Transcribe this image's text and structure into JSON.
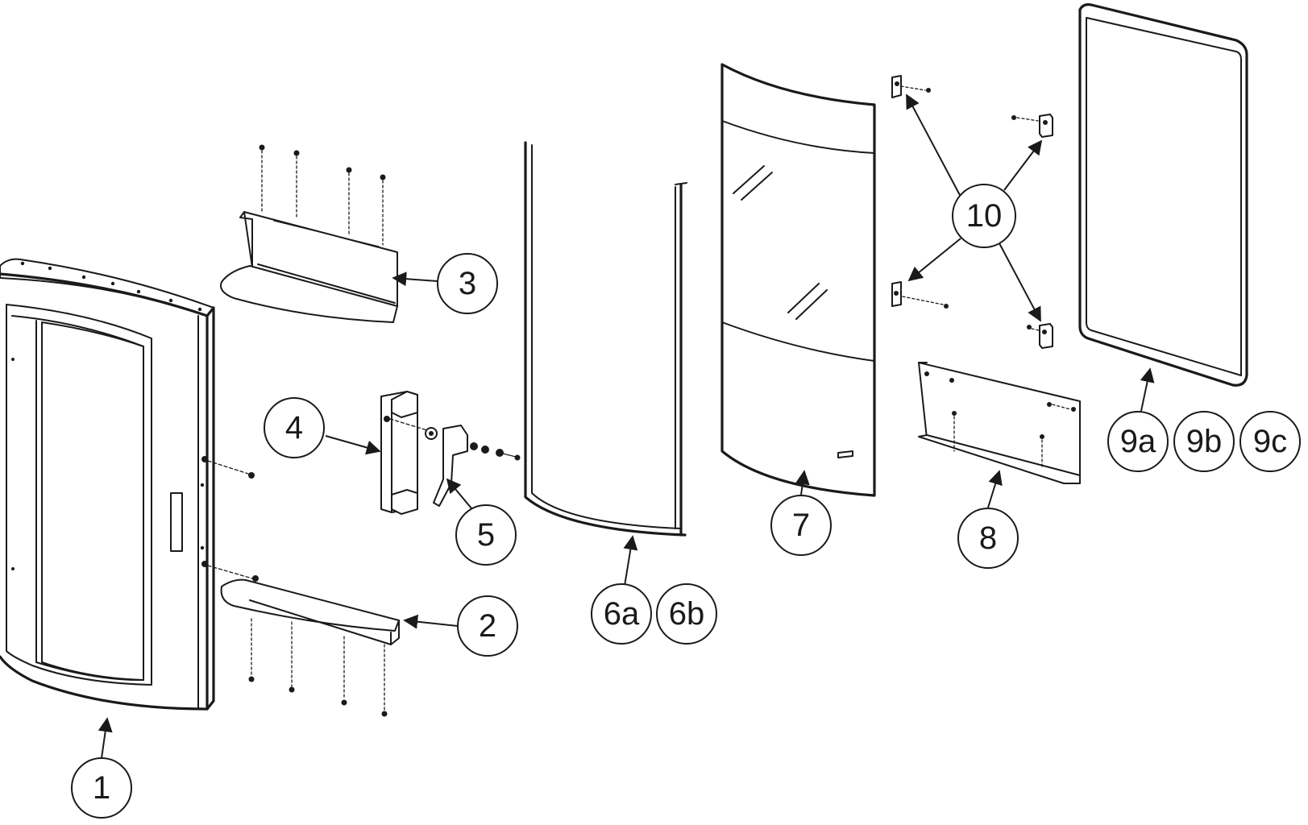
{
  "callouts": [
    {
      "id": "c1",
      "label": "1"
    },
    {
      "id": "c2",
      "label": "2"
    },
    {
      "id": "c3",
      "label": "3"
    },
    {
      "id": "c4",
      "label": "4"
    },
    {
      "id": "c5",
      "label": "5"
    },
    {
      "id": "c6a",
      "label": "6a"
    },
    {
      "id": "c6b",
      "label": "6b"
    },
    {
      "id": "c7",
      "label": "7"
    },
    {
      "id": "c8",
      "label": "8"
    },
    {
      "id": "c9a",
      "label": "9a"
    },
    {
      "id": "c9b",
      "label": "9b"
    },
    {
      "id": "c9c",
      "label": "9c"
    },
    {
      "id": "c10",
      "label": "10"
    }
  ]
}
